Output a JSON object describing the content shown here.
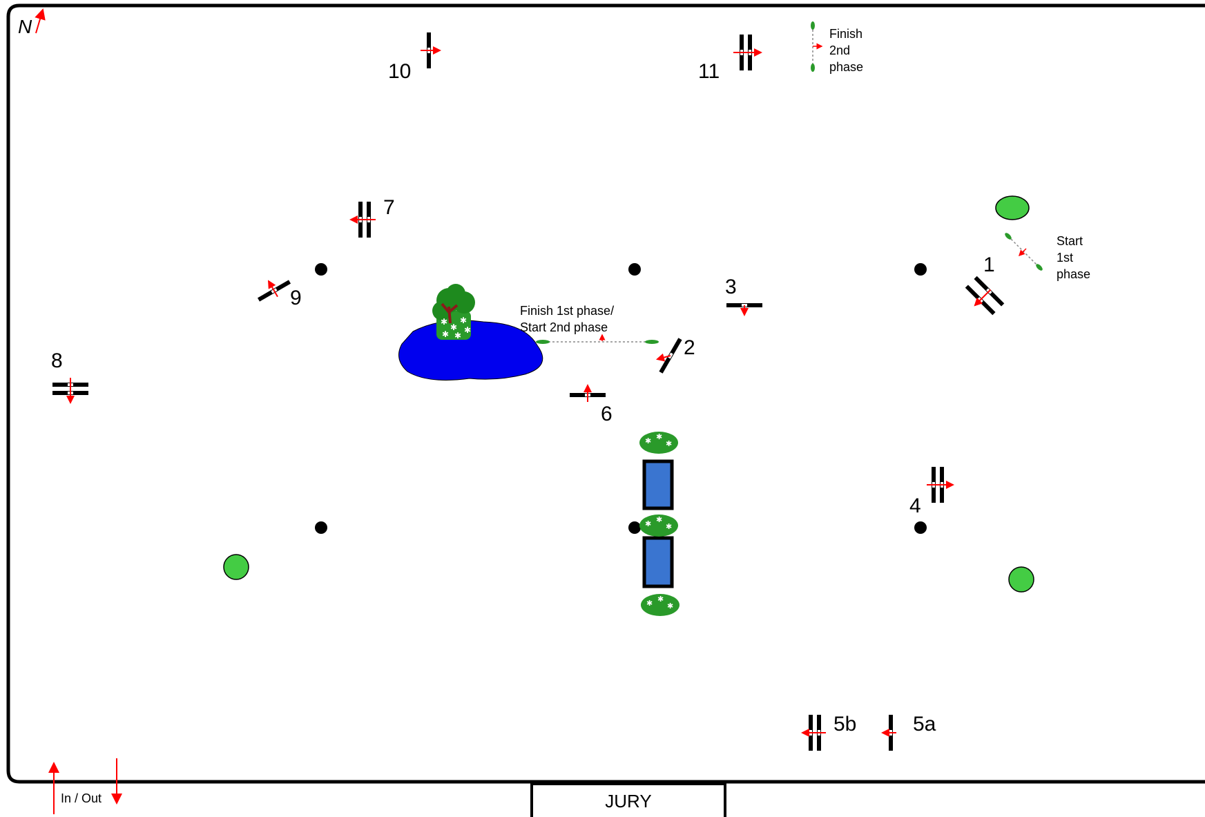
{
  "arena": {
    "north_label": "N",
    "in_out_label": "In / Out",
    "jury_label": "JURY"
  },
  "obstacles": [
    {
      "id": "1",
      "label": "1",
      "type": "oxer"
    },
    {
      "id": "2",
      "label": "2",
      "type": "vertical"
    },
    {
      "id": "3",
      "label": "3",
      "type": "vertical"
    },
    {
      "id": "4",
      "label": "4",
      "type": "oxer"
    },
    {
      "id": "5a",
      "label": "5a",
      "type": "vertical"
    },
    {
      "id": "5b",
      "label": "5b",
      "type": "oxer"
    },
    {
      "id": "6",
      "label": "6",
      "type": "vertical"
    },
    {
      "id": "7",
      "label": "7",
      "type": "oxer"
    },
    {
      "id": "8",
      "label": "8",
      "type": "oxer"
    },
    {
      "id": "9",
      "label": "9",
      "type": "vertical"
    },
    {
      "id": "10",
      "label": "10",
      "type": "vertical"
    },
    {
      "id": "11",
      "label": "11",
      "type": "oxer"
    }
  ],
  "start_1st": [
    "Start",
    "1st",
    "phase"
  ],
  "finish_2nd": [
    "Finish",
    "2nd",
    "phase"
  ],
  "finish_start_mid": [
    "Finish 1st phase/",
    "Start 2nd phase"
  ],
  "colors": {
    "arrow": "#ff0000",
    "water": "#0000ee",
    "water_tray": "#3a75d0",
    "shrub": "#2a9a2a",
    "bush": "#44cc44",
    "trunk": "#8b1a1a"
  }
}
